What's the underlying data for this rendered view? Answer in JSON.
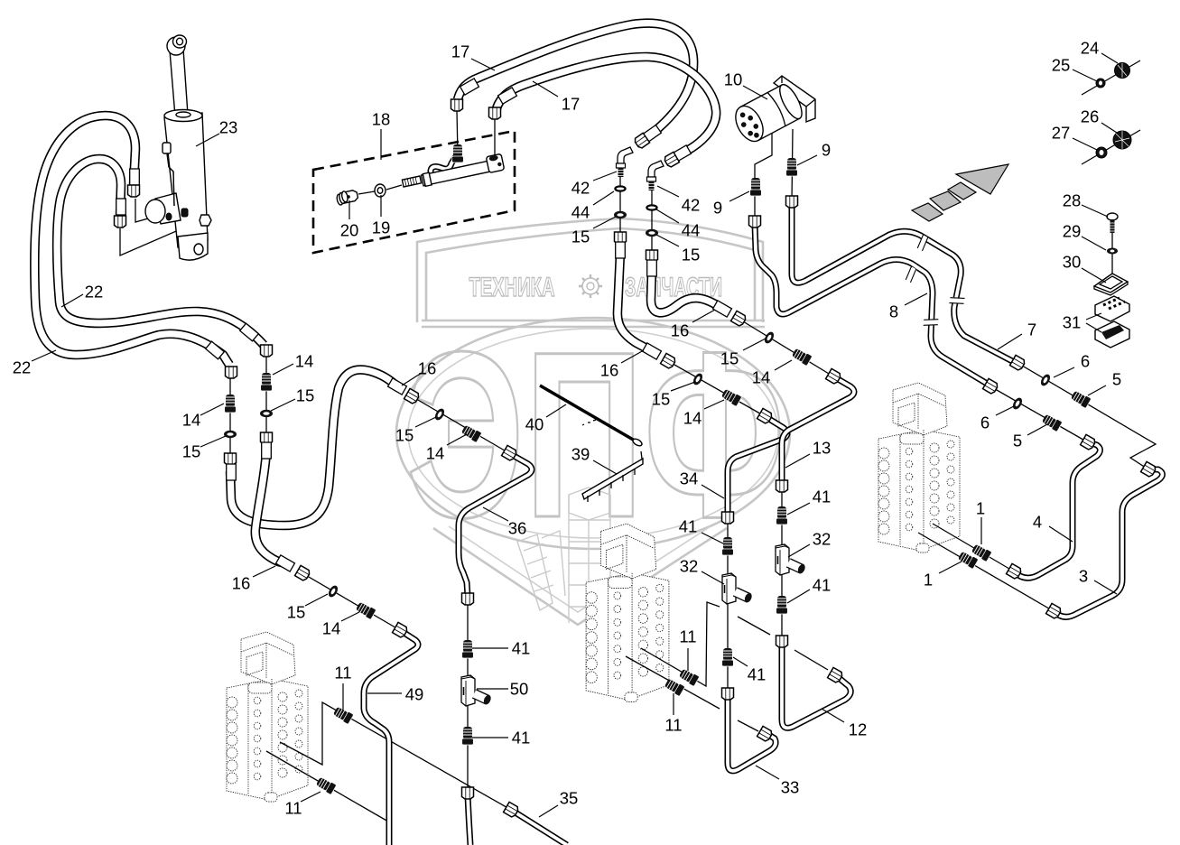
{
  "watermark": {
    "brand_left": "ТЕХНИКА",
    "brand_right": "ЗАПЧАСТИ",
    "logo": "ЭПФ",
    "icon": "gear-icon"
  },
  "direction_indicator": "direction-arrow-icon",
  "callouts": [
    "23",
    "22",
    "22",
    "18",
    "20",
    "19",
    "17",
    "17",
    "10",
    "9",
    "9",
    "24",
    "25",
    "26",
    "27",
    "28",
    "29",
    "30",
    "31",
    "42",
    "44",
    "15",
    "42",
    "44",
    "15",
    "16",
    "16",
    "15",
    "14",
    "15",
    "14",
    "8",
    "7",
    "6",
    "5",
    "6",
    "5",
    "14",
    "15",
    "14",
    "15",
    "16",
    "15",
    "14",
    "40",
    "39",
    "36",
    "34",
    "13",
    "41",
    "32",
    "41",
    "41",
    "32",
    "41",
    "11",
    "11",
    "12",
    "33",
    "1",
    "1",
    "4",
    "3",
    "16",
    "15",
    "14",
    "41",
    "50",
    "41",
    "49",
    "11",
    "11",
    "35"
  ]
}
